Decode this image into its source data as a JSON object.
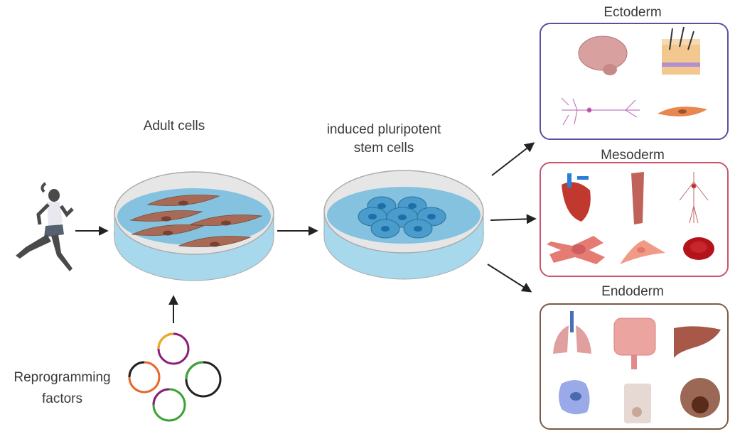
{
  "labels": {
    "adult_cells": "Adult cells",
    "ipsc_line1": "induced pluripotent",
    "ipsc_line2": "stem cells",
    "reprogramming_line1": "Reprogramming",
    "reprogramming_line2": "factors"
  },
  "germ_layers": [
    {
      "name": "Ectoderm",
      "border_color": "#5b4fa0",
      "items": [
        "brain",
        "skin",
        "neuron",
        "melanocyte"
      ]
    },
    {
      "name": "Mesoderm",
      "border_color": "#c9536e",
      "items": [
        "heart",
        "skeletal-muscle",
        "blood-vessels",
        "smooth-muscle-cell",
        "fibroblast",
        "red-blood-cell"
      ]
    },
    {
      "name": "Endoderm",
      "border_color": "#7a5a44",
      "items": [
        "lungs",
        "intestine",
        "liver",
        "alveolar-cell",
        "intestinal-epithelial-cell",
        "hepatocyte"
      ]
    }
  ],
  "colors": {
    "dish_medium": "#a8d8ec",
    "adult_cell": "#a86a55",
    "stem_cell": "#4a9ccc",
    "arrow": "#222222"
  }
}
